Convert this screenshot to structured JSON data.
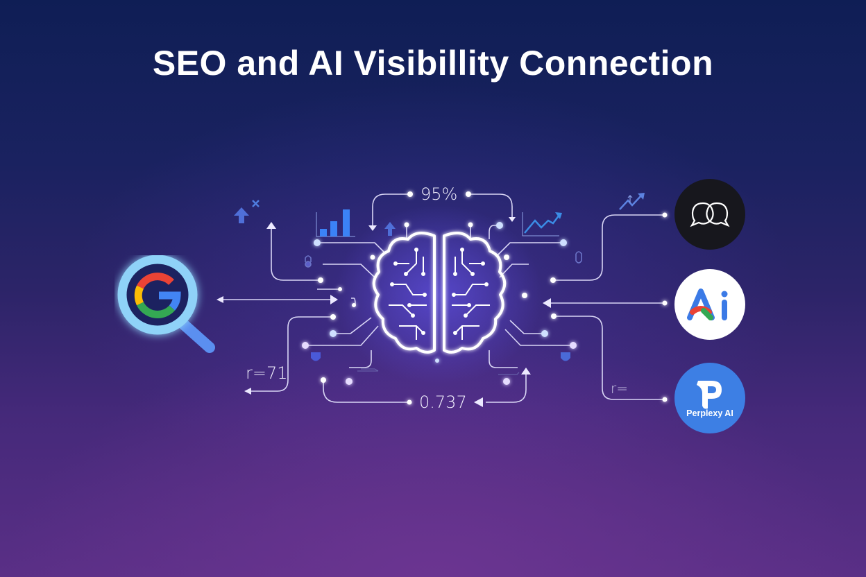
{
  "title": "SEO and AI Visibillity Connection",
  "metrics": {
    "top_percentage": "95%",
    "bottom_value": "0.737",
    "left_correlation": "r=71",
    "right_correlation": "r="
  },
  "left_node": {
    "icon": "google-search-magnifier-icon",
    "name": "Google Search"
  },
  "center_node": {
    "icon": "circuit-brain-icon",
    "name": "AI Brain"
  },
  "right_nodes": [
    {
      "icon": "chat-bubbles-icon",
      "name": "Chat AI",
      "bg": "#17171d"
    },
    {
      "icon": "ai-logo-icon",
      "name": "Ai",
      "text": "Ai",
      "bg": "#ffffff"
    },
    {
      "icon": "perplexity-icon",
      "name": "Perplexity AI",
      "text": "Perplexy AI",
      "bg": "#3d7fe4"
    }
  ],
  "decorations": [
    "arrow-up-x-icon",
    "bar-chart-icon",
    "trend-line-chart-icon",
    "trend-up-arrow-icon",
    "lock-icon",
    "shield-icon",
    "key-icon"
  ],
  "colors": {
    "bg_top": "#0f1e55",
    "bg_bottom": "#6b3591",
    "accent_blue": "#4a86f0",
    "glow": "#8fb0ff",
    "line": "#d9d6f5",
    "google_red": "#ea4335",
    "google_yellow": "#fbbc05",
    "google_green": "#34a853",
    "google_blue": "#4285f4"
  }
}
